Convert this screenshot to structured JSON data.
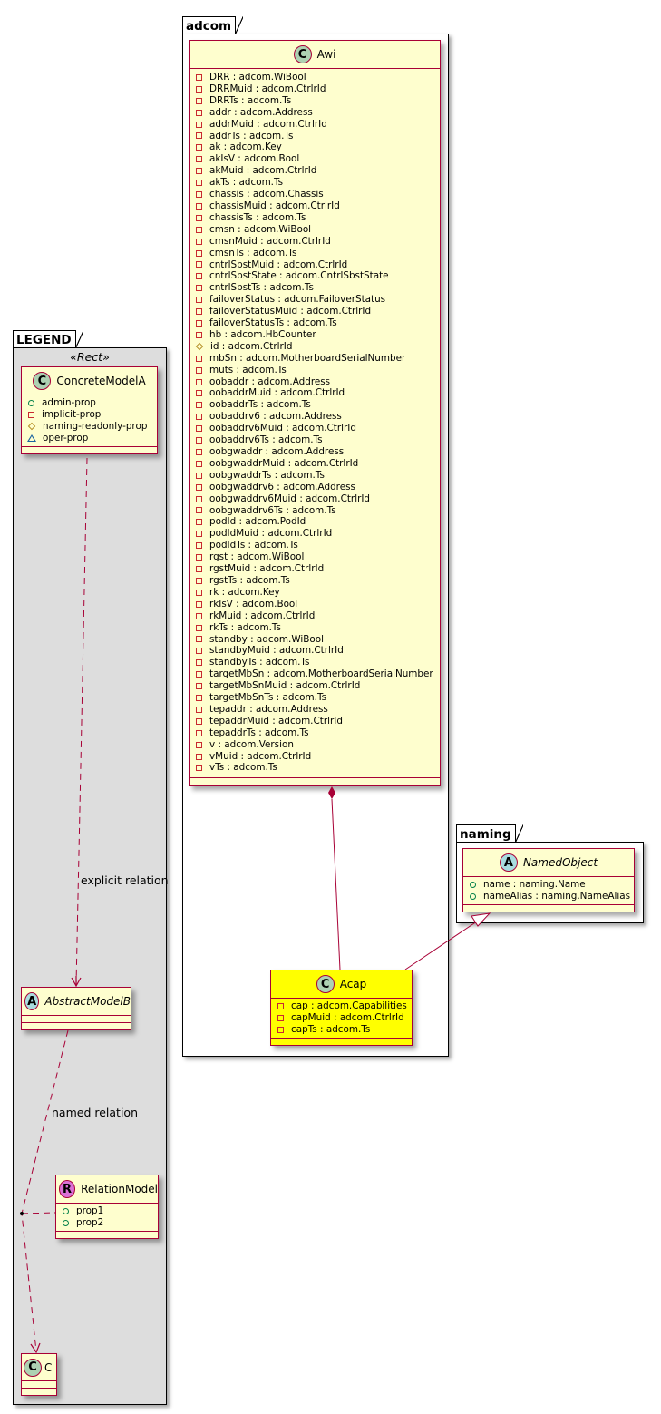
{
  "packages": {
    "adcom": "adcom",
    "legend": "LEGEND",
    "naming": "naming"
  },
  "legend": {
    "stereotype": "«Rect»",
    "concrete_model": {
      "name": "ConcreteModelA",
      "attrs": [
        {
          "vis": "pub",
          "text": "admin-prop"
        },
        {
          "vis": "priv",
          "text": "implicit-prop"
        },
        {
          "vis": "prot",
          "text": "naming-readonly-prop"
        },
        {
          "vis": "pkgv",
          "text": "oper-prop"
        }
      ]
    },
    "abstract_model": {
      "name": "AbstractModelB"
    },
    "relation_model": {
      "name": "RelationModel",
      "attrs": [
        {
          "vis": "pub",
          "text": "prop1"
        },
        {
          "vis": "pub",
          "text": "prop2"
        }
      ]
    },
    "c_model": {
      "name": "C"
    },
    "explicit_relation_label": "explicit relation",
    "named_relation_label": "named relation"
  },
  "awi": {
    "name": "Awi",
    "attrs": [
      {
        "vis": "priv",
        "text": "DRR : adcom.WiBool"
      },
      {
        "vis": "priv",
        "text": "DRRMuid : adcom.CtrlrId"
      },
      {
        "vis": "priv",
        "text": "DRRTs : adcom.Ts"
      },
      {
        "vis": "priv",
        "text": "addr : adcom.Address"
      },
      {
        "vis": "priv",
        "text": "addrMuid : adcom.CtrlrId"
      },
      {
        "vis": "priv",
        "text": "addrTs : adcom.Ts"
      },
      {
        "vis": "priv",
        "text": "ak : adcom.Key"
      },
      {
        "vis": "priv",
        "text": "akIsV : adcom.Bool"
      },
      {
        "vis": "priv",
        "text": "akMuid : adcom.CtrlrId"
      },
      {
        "vis": "priv",
        "text": "akTs : adcom.Ts"
      },
      {
        "vis": "priv",
        "text": "chassis : adcom.Chassis"
      },
      {
        "vis": "priv",
        "text": "chassisMuid : adcom.CtrlrId"
      },
      {
        "vis": "priv",
        "text": "chassisTs : adcom.Ts"
      },
      {
        "vis": "priv",
        "text": "cmsn : adcom.WiBool"
      },
      {
        "vis": "priv",
        "text": "cmsnMuid : adcom.CtrlrId"
      },
      {
        "vis": "priv",
        "text": "cmsnTs : adcom.Ts"
      },
      {
        "vis": "priv",
        "text": "cntrlSbstMuid : adcom.CtrlrId"
      },
      {
        "vis": "priv",
        "text": "cntrlSbstState : adcom.CntrlSbstState"
      },
      {
        "vis": "priv",
        "text": "cntrlSbstTs : adcom.Ts"
      },
      {
        "vis": "priv",
        "text": "failoverStatus : adcom.FailoverStatus"
      },
      {
        "vis": "priv",
        "text": "failoverStatusMuid : adcom.CtrlrId"
      },
      {
        "vis": "priv",
        "text": "failoverStatusTs : adcom.Ts"
      },
      {
        "vis": "priv",
        "text": "hb : adcom.HbCounter"
      },
      {
        "vis": "prot",
        "text": "id : adcom.CtrlrId"
      },
      {
        "vis": "priv",
        "text": "mbSn : adcom.MotherboardSerialNumber"
      },
      {
        "vis": "priv",
        "text": "muts : adcom.Ts"
      },
      {
        "vis": "priv",
        "text": "oobaddr : adcom.Address"
      },
      {
        "vis": "priv",
        "text": "oobaddrMuid : adcom.CtrlrId"
      },
      {
        "vis": "priv",
        "text": "oobaddrTs : adcom.Ts"
      },
      {
        "vis": "priv",
        "text": "oobaddrv6 : adcom.Address"
      },
      {
        "vis": "priv",
        "text": "oobaddrv6Muid : adcom.CtrlrId"
      },
      {
        "vis": "priv",
        "text": "oobaddrv6Ts : adcom.Ts"
      },
      {
        "vis": "priv",
        "text": "oobgwaddr : adcom.Address"
      },
      {
        "vis": "priv",
        "text": "oobgwaddrMuid : adcom.CtrlrId"
      },
      {
        "vis": "priv",
        "text": "oobgwaddrTs : adcom.Ts"
      },
      {
        "vis": "priv",
        "text": "oobgwaddrv6 : adcom.Address"
      },
      {
        "vis": "priv",
        "text": "oobgwaddrv6Muid : adcom.CtrlrId"
      },
      {
        "vis": "priv",
        "text": "oobgwaddrv6Ts : adcom.Ts"
      },
      {
        "vis": "priv",
        "text": "podId : adcom.PodId"
      },
      {
        "vis": "priv",
        "text": "podIdMuid : adcom.CtrlrId"
      },
      {
        "vis": "priv",
        "text": "podIdTs : adcom.Ts"
      },
      {
        "vis": "priv",
        "text": "rgst : adcom.WiBool"
      },
      {
        "vis": "priv",
        "text": "rgstMuid : adcom.CtrlrId"
      },
      {
        "vis": "priv",
        "text": "rgstTs : adcom.Ts"
      },
      {
        "vis": "priv",
        "text": "rk : adcom.Key"
      },
      {
        "vis": "priv",
        "text": "rkIsV : adcom.Bool"
      },
      {
        "vis": "priv",
        "text": "rkMuid : adcom.CtrlrId"
      },
      {
        "vis": "priv",
        "text": "rkTs : adcom.Ts"
      },
      {
        "vis": "priv",
        "text": "standby : adcom.WiBool"
      },
      {
        "vis": "priv",
        "text": "standbyMuid : adcom.CtrlrId"
      },
      {
        "vis": "priv",
        "text": "standbyTs : adcom.Ts"
      },
      {
        "vis": "priv",
        "text": "targetMbSn : adcom.MotherboardSerialNumber"
      },
      {
        "vis": "priv",
        "text": "targetMbSnMuid : adcom.CtrlrId"
      },
      {
        "vis": "priv",
        "text": "targetMbSnTs : adcom.Ts"
      },
      {
        "vis": "priv",
        "text": "tepaddr : adcom.Address"
      },
      {
        "vis": "priv",
        "text": "tepaddrMuid : adcom.CtrlrId"
      },
      {
        "vis": "priv",
        "text": "tepaddrTs : adcom.Ts"
      },
      {
        "vis": "priv",
        "text": "v : adcom.Version"
      },
      {
        "vis": "priv",
        "text": "vMuid : adcom.CtrlrId"
      },
      {
        "vis": "priv",
        "text": "vTs : adcom.Ts"
      }
    ]
  },
  "acap": {
    "name": "Acap",
    "attrs": [
      {
        "vis": "priv",
        "text": "cap : adcom.Capabilities"
      },
      {
        "vis": "priv",
        "text": "capMuid : adcom.CtrlrId"
      },
      {
        "vis": "priv",
        "text": "capTs : adcom.Ts"
      }
    ]
  },
  "named_object": {
    "name": "NamedObject",
    "attrs": [
      {
        "vis": "pub",
        "text": "name : naming.Name"
      },
      {
        "vis": "pub",
        "text": "nameAlias : naming.NameAlias"
      }
    ]
  },
  "glyphs": {
    "class": "C",
    "abstract": "A",
    "relation": "R"
  },
  "colors": {
    "border": "#a80036",
    "class_fill": "#fefece",
    "highlight_fill": "#ffff00",
    "legend_bg": "#dddddd"
  }
}
